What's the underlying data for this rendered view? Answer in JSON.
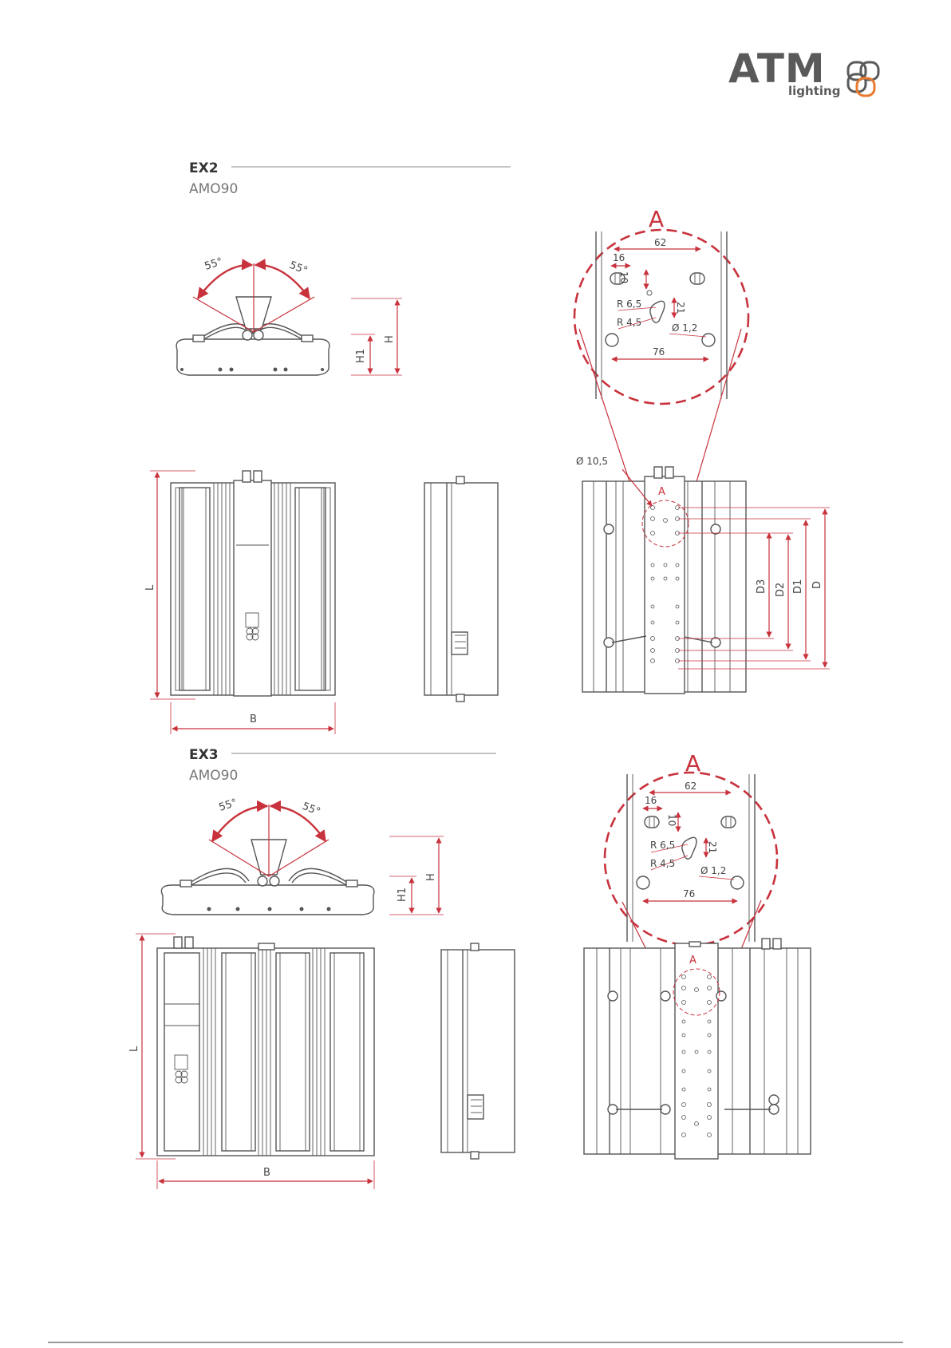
{
  "brand": {
    "name": "ATM",
    "tagline": "lighting",
    "accent": "#e8792e",
    "mark_color": "#5a5a5a"
  },
  "colors": {
    "dimension": "#c8323c",
    "outline": "#555555"
  },
  "sections": [
    {
      "title": "EX2",
      "subtitle": "AMO90",
      "angles": [
        "55°",
        "55°"
      ],
      "dims": {
        "height": "H",
        "height1": "H1",
        "length": "L",
        "width": "B",
        "d": "D",
        "d1": "D1",
        "d2": "D2",
        "d3": "D3"
      },
      "hole": "Ø 10,5",
      "detail": {
        "label": "A",
        "spacing": "62",
        "offset": "16",
        "slot": "10",
        "r1": "R 6,5",
        "r2": "R 4,5",
        "dist": "21",
        "pin": "Ø 1,2",
        "base": "76"
      }
    },
    {
      "title": "EX3",
      "subtitle": "AMO90",
      "angles": [
        "55°",
        "55°"
      ],
      "dims": {
        "height": "H",
        "height1": "H1",
        "length": "L",
        "width": "B"
      },
      "detail": {
        "label": "A",
        "spacing": "62",
        "offset": "16",
        "slot": "10",
        "r1": "R 6,5",
        "r2": "R 4,5",
        "dist": "21",
        "pin": "Ø 1,2",
        "base": "76"
      }
    }
  ]
}
